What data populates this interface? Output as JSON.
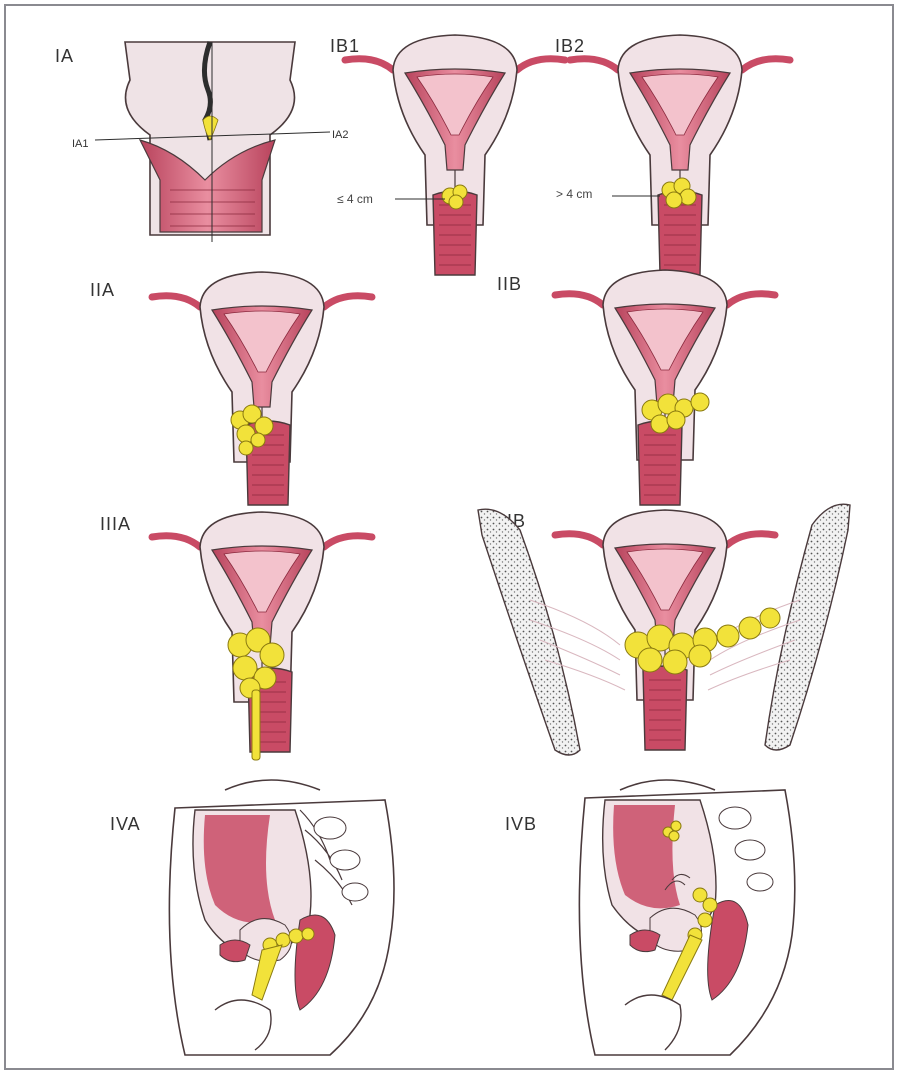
{
  "figure": {
    "colors": {
      "tissue": "#c94b65",
      "tissue_light": "#e7c5cd",
      "tumor": "#f2e23a",
      "outline": "#4a3a3c",
      "bone": "#8a8a8a"
    },
    "panels": [
      {
        "id": "IA",
        "label": "IA",
        "sublabels": [
          "IA1",
          "IA2"
        ]
      },
      {
        "id": "IB1",
        "label": "IB1",
        "measure": "≤ 4 cm"
      },
      {
        "id": "IB2",
        "label": "IB2",
        "measure": "> 4 cm"
      },
      {
        "id": "IIA",
        "label": "IIA"
      },
      {
        "id": "IIB",
        "label": "IIB"
      },
      {
        "id": "IIIA",
        "label": "IIIA"
      },
      {
        "id": "IIIB",
        "label": "IIIB"
      },
      {
        "id": "IVA",
        "label": "IVA"
      },
      {
        "id": "IVB",
        "label": "IVB"
      }
    ]
  }
}
